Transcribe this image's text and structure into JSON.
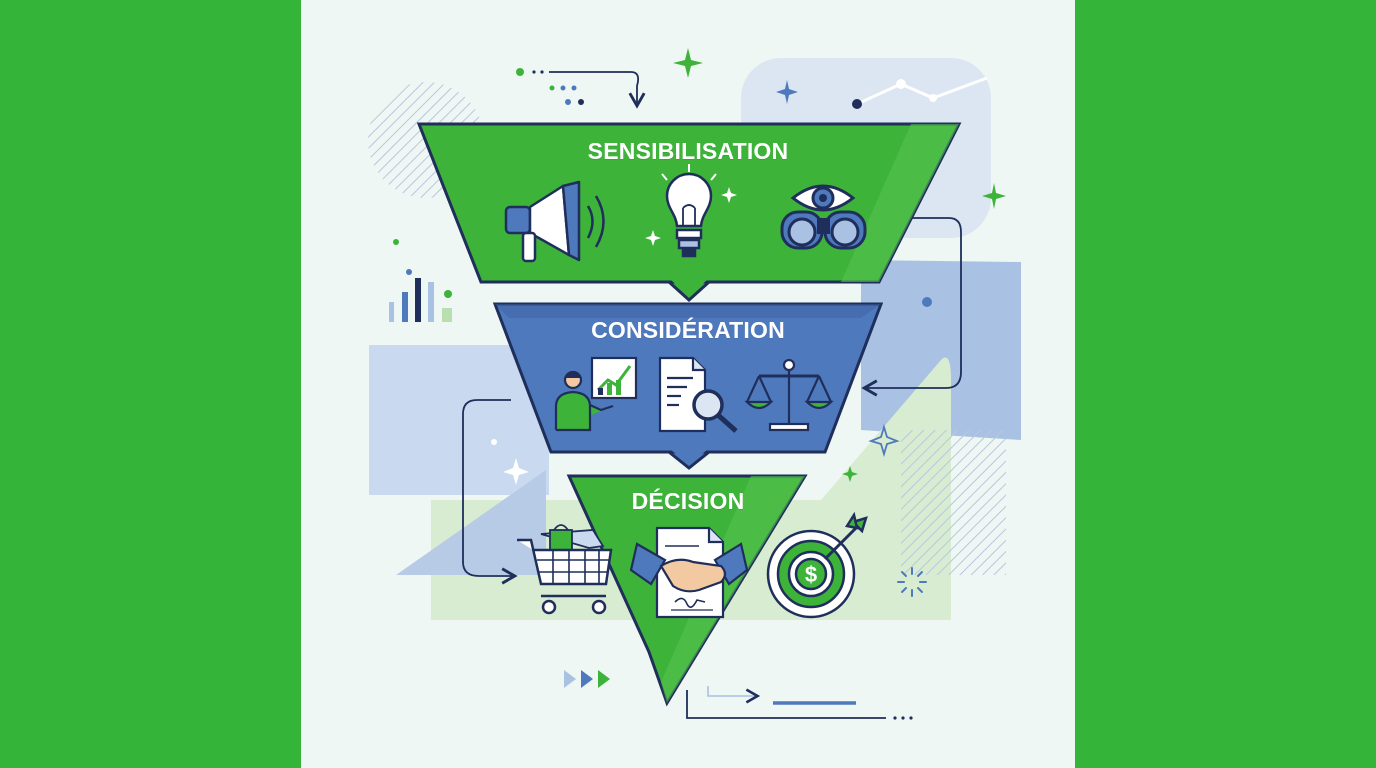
{
  "funnel": {
    "stages": [
      {
        "id": "awareness",
        "title": "SENSIBILISATION",
        "color": "#3db33a",
        "icons": [
          "megaphone-icon",
          "lightbulb-icon",
          "binoculars-eye-icon"
        ]
      },
      {
        "id": "consideration",
        "title": "CONSIDÉRATION",
        "color": "#4f79bd",
        "icons": [
          "person-presenting-chart-icon",
          "document-magnifier-icon",
          "balance-scale-icon"
        ]
      },
      {
        "id": "decision",
        "title": "DÉCISION",
        "color": "#3db33a",
        "icons": [
          "shopping-cart-icon",
          "handshake-contract-icon",
          "dollar-target-icon"
        ]
      }
    ]
  },
  "colors": {
    "outer_background": "#34b53a",
    "panel_background": "#eef7f3",
    "green": "#3db33a",
    "blue": "#4f79bd",
    "navy": "#1f2e5a",
    "light_blue": "#a9c2e3",
    "light_green": "#d6ebcf"
  }
}
